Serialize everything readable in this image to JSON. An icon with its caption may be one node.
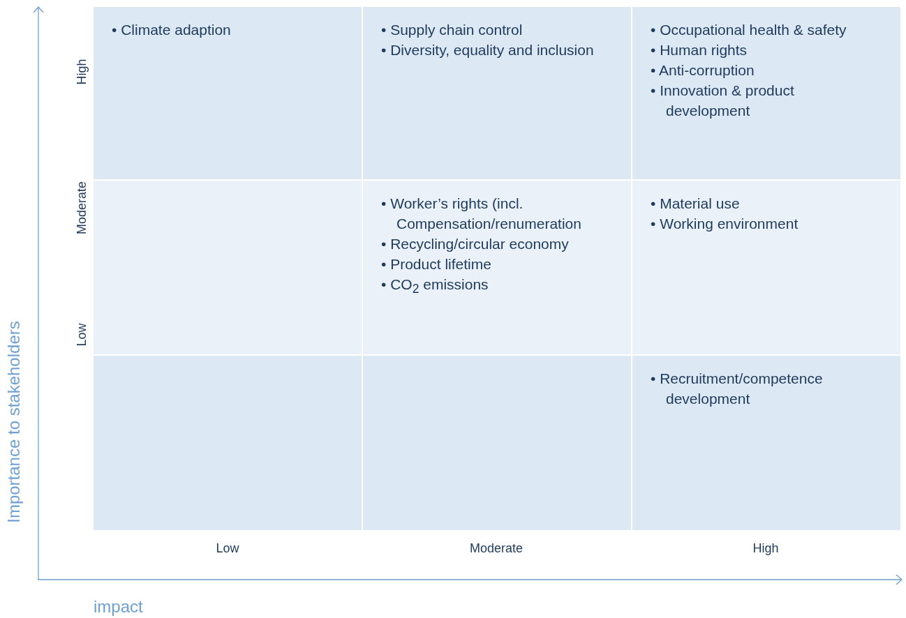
{
  "diagram": {
    "nodes": [
      {
        "text": [
          "• Climate adaption"
        ]
      },
      {
        "text": [
          "• Supply chain control",
          "• Diversity, equality and inclusion"
        ]
      },
      {
        "text": [
          "• Occupational health & safety",
          "• Human rights",
          "• Anti-corruption",
          "• Innovation & product development"
        ]
      },
      {
        "text": [],
        "shape": "box"
      },
      {
        "text": [
          "• Worker’s rights (incl. Compensation/renumeration",
          "• Recycling/circular economy",
          "• Product lifetime",
          "• CO$_{2}$ emissions"
        ]
      },
      {
        "text": [
          "• Material use",
          "• Working environment"
        ]
      },
      {
        "text": [],
        "shape": "box"
      },
      {
        "text": [],
        "shape": "box"
      },
      {
        "text": [
          "• Recruitment/competence development"
        ]
      }
    ],
    "labels": [
      "High",
      "Moderate",
      "Low",
      "Low",
      "Moderate",
      "High",
      "Importance to stakeholders",
      "impact"
    ]
  }
}
